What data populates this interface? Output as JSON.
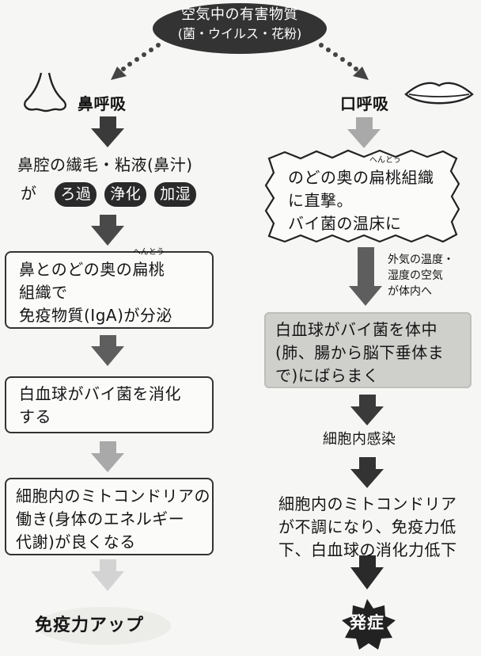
{
  "source": {
    "line1": "空気中の有害物質",
    "line2": "(菌・ウイルス・花粉)"
  },
  "left": {
    "heading": "鼻呼吸",
    "step1": {
      "line1": "鼻腔の繊毛・粘液(鼻汁)",
      "prefix": "が",
      "pills": [
        "ろ過",
        "浄化",
        "加湿"
      ]
    },
    "box1": {
      "line1_a": "鼻とのどの奥の",
      "line1_word": "扁桃",
      "ruby": "へんとう",
      "line2": "組織で",
      "line3": "免疫物質(IgA)が分泌"
    },
    "box2": {
      "line1": "白血球がバイ菌を消化",
      "line2": "する"
    },
    "box3": {
      "line1": "細胞内のミトコンドリアの",
      "line2": "働き(身体のエネルギー",
      "line3": "代謝)が良くなる"
    },
    "result": "免疫力アップ"
  },
  "right": {
    "heading": "口呼吸",
    "burst": {
      "line1_a": "のどの奥の",
      "line1_word": "扁桃",
      "ruby": "へんとう",
      "line1_b": "組織",
      "line2": "に直撃。",
      "line3": "バイ菌の温床に"
    },
    "side_note": {
      "line1": "外気の温度・",
      "line2": "湿度の空気",
      "line3": "が体内へ"
    },
    "box1": {
      "line1": "白血球がバイ菌を体中",
      "line2": "(肺、腸から脳下垂体ま",
      "line3": "で)にばらまく"
    },
    "step2": "細胞内感染",
    "step3": {
      "line1": "細胞内のミトコンドリア",
      "line2": "が不調になり、免疫力低",
      "line3": "下、白血球の消化力低下"
    },
    "result": "発症"
  },
  "colors": {
    "dark_arrow": "#3a3a3a",
    "mid_arrow": "#5e5e5e",
    "light_arrow": "#a9a9a9",
    "pale_arrow": "#d3d3d3"
  }
}
